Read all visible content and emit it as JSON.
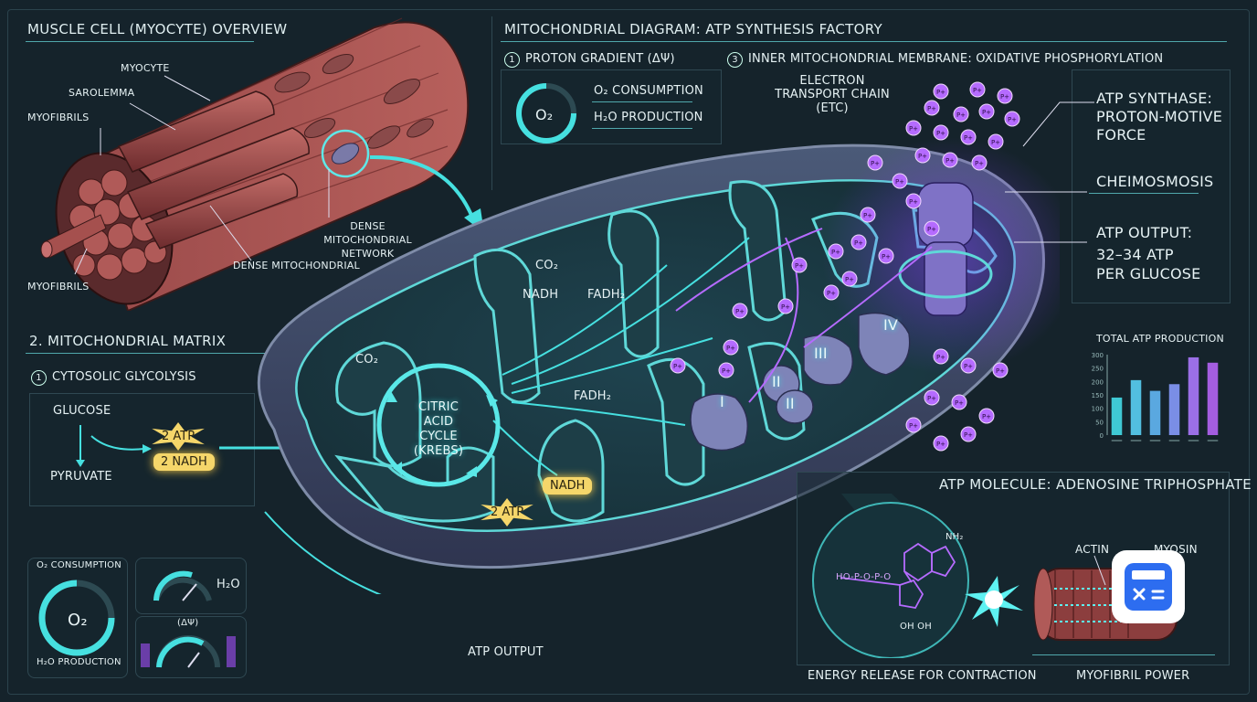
{
  "header": {
    "left_title": "MUSCLE CELL (MYOCYTE) OVERVIEW",
    "center_title": "MITOCHONDRIAL DIAGRAM: ATP SYNTHESIS FACTORY"
  },
  "muscle": {
    "myocyte": "MYOCYTE",
    "sarolemma": "SAROLEMMA",
    "myofibrils_top": "MYOFIBRILS",
    "myofibrils_bottom": "MYOFIBRILS",
    "dense_network": "DENSE MITOCHONDRIAL NETWORK",
    "dense_mito": "DENSE MITOCHONDRIAL"
  },
  "matrix": {
    "title": "2. MITOCHONDRIAL MATRIX",
    "step1_num": "1",
    "step1": "CYTOSOLIC GLYCOLYSIS",
    "glucose": "GLUCOSE",
    "pyruvate": "PYRUVATE",
    "atp2": "2 ATP",
    "nadh2": "2 NADH"
  },
  "proton": {
    "num": "1",
    "title": "PROTON GRADIENT (ΔΨ)",
    "o2_consumption": "O₂ CONSUMPTION",
    "h2o_production": "H₂O PRODUCTION",
    "gauge": "O₂"
  },
  "inner": {
    "num": "3",
    "title": "INNER MITOCHONDRIAL MEMBRANE: OXIDATIVE PHOSPHORYLATION",
    "etc": "ELECTRON TRANSPORT CHAIN (ETC)"
  },
  "krebs": {
    "cycle": "CITRIC ACID CYCLE (KREBS)",
    "co2_top": "CO₂",
    "co2_left": "CO₂",
    "nadh_top": "NADH",
    "fadh2_top": "FADH₂",
    "fadh2_right": "FADH₂",
    "nadh_out": "NADH",
    "atp_out": "2 ATP"
  },
  "complexes": [
    "I",
    "II",
    "III",
    "IV"
  ],
  "proton_symbol": "P+",
  "synthase": {
    "title_l1": "ATP SYNTHASE:",
    "title_l2": "PROTON-MOTIVE",
    "title_l3": "FORCE",
    "chemiosmosis": "CHEIMOSMOSIS",
    "output_l1": "ATP OUTPUT:",
    "output_l2": "32–34 ATP",
    "output_l3": "PER GLUCOSE"
  },
  "atp_output_arrow": "ATP OUTPUT",
  "gauges": {
    "o2_consumption": "O₂ CONSUMPTION",
    "o2": "O₂",
    "h2o_production": "H₂O PRODUCTION",
    "h2o": "H₂O",
    "delta_psi": "(ΔΨ)"
  },
  "chart_data": {
    "type": "bar",
    "title": "TOTAL ATP PRODUCTION",
    "yticks": [
      "0",
      "50",
      "100",
      "150",
      "200",
      "250",
      "300"
    ],
    "ylim": [
      0,
      300
    ],
    "values": [
      140,
      205,
      165,
      190,
      290,
      270
    ],
    "colors": [
      "#3fc9d4",
      "#52bfe0",
      "#5aa8e0",
      "#7a8ee6",
      "#9b6fe6",
      "#a45de0"
    ]
  },
  "atp_molecule": {
    "title": "ATP MOLECULE: ADENOSINE TRIPHOSPHATE",
    "actin": "ACTIN",
    "myosin": "MYOSIN",
    "energy": "ENERGY RELEASE FOR CONTRACTION",
    "power": "MYOFIBRIL POWER",
    "nh2": "NH₂",
    "hopo": "HO-P-O-P-O",
    "ohoh": "OH OH"
  },
  "colors": {
    "accent": "#48e0e0",
    "proton": "#b56bff",
    "atp_pill": "#f5d66a"
  }
}
